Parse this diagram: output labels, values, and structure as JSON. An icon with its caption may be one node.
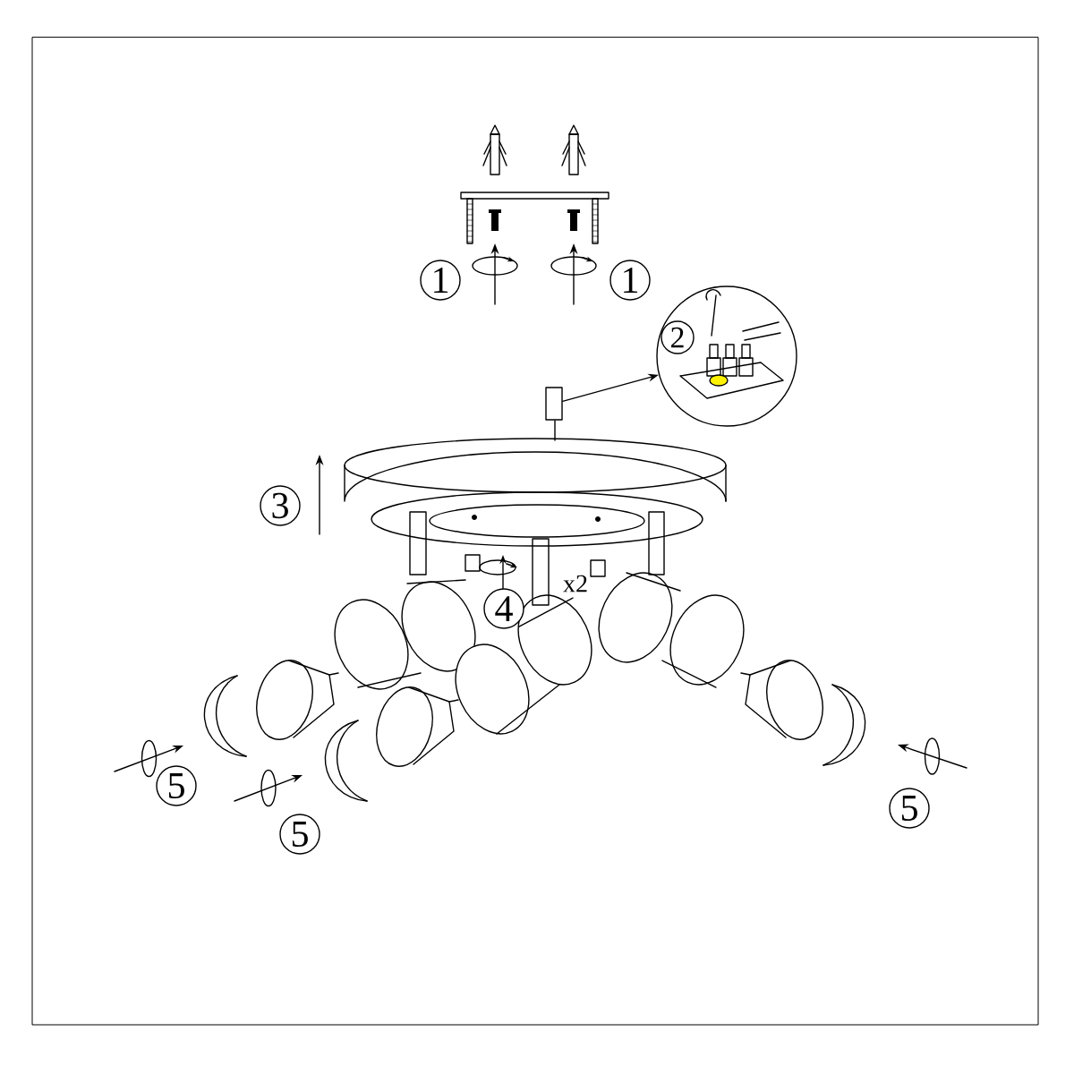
{
  "diagram": {
    "nodes": [
      {
        "text": [],
        "shape": "box"
      },
      {
        "text": [
          "2"
        ]
      }
    ],
    "edges": [
      {
        "from": 0,
        "to": 1,
        "arrow": "to"
      }
    ],
    "labels": [
      "1",
      "1",
      "3",
      "x2",
      "4",
      "5",
      "5",
      "5"
    ]
  }
}
